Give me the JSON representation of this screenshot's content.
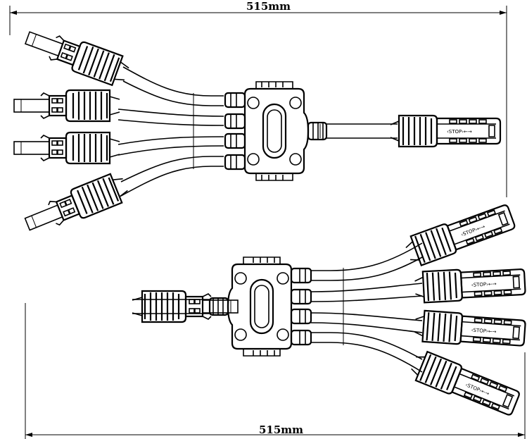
{
  "dimensions": {
    "top": {
      "label": "515mm"
    },
    "bottom": {
      "label": "515mm"
    }
  },
  "assemblies": [
    {
      "id": "top",
      "outputs": 4,
      "inputs": 1,
      "marking": "STOP"
    },
    {
      "id": "bottom",
      "outputs": 4,
      "inputs": 1,
      "marking": "STOP"
    }
  ]
}
